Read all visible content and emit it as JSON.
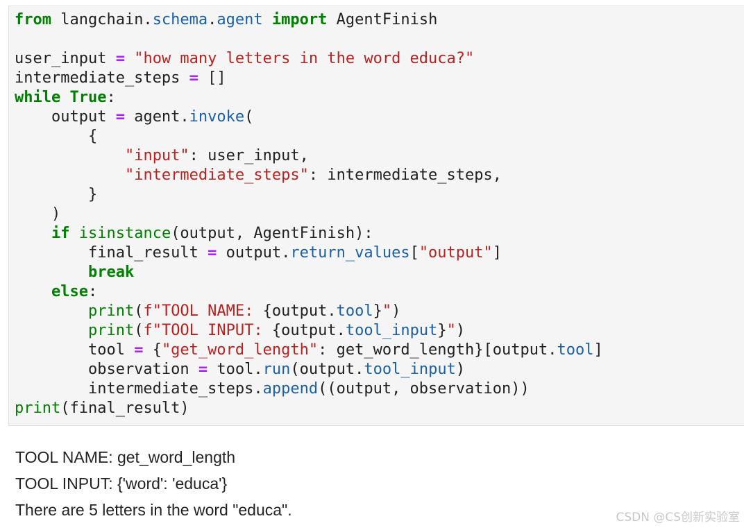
{
  "code_lines": [
    [
      {
        "t": "from",
        "c": "kw"
      },
      {
        "t": " langchain."
      },
      {
        "t": "schema",
        "c": "attr"
      },
      {
        "t": "."
      },
      {
        "t": "agent",
        "c": "attr"
      },
      {
        "t": " "
      },
      {
        "t": "import",
        "c": "kw"
      },
      {
        "t": " AgentFinish"
      }
    ],
    [],
    [
      {
        "t": "user_input "
      },
      {
        "t": "=",
        "c": "op"
      },
      {
        "t": " "
      },
      {
        "t": "\"how many letters in the word educa?\"",
        "c": "str"
      }
    ],
    [
      {
        "t": "intermediate_steps "
      },
      {
        "t": "=",
        "c": "op"
      },
      {
        "t": " []"
      }
    ],
    [
      {
        "t": "while",
        "c": "kw"
      },
      {
        "t": " "
      },
      {
        "t": "True",
        "c": "kw"
      },
      {
        "t": ":"
      }
    ],
    [
      {
        "t": "    output "
      },
      {
        "t": "=",
        "c": "op"
      },
      {
        "t": " agent."
      },
      {
        "t": "invoke",
        "c": "fn"
      },
      {
        "t": "("
      }
    ],
    [
      {
        "t": "        {"
      }
    ],
    [
      {
        "t": "            "
      },
      {
        "t": "\"input\"",
        "c": "str"
      },
      {
        "t": ": user_input,"
      }
    ],
    [
      {
        "t": "            "
      },
      {
        "t": "\"intermediate_steps\"",
        "c": "str"
      },
      {
        "t": ": intermediate_steps,"
      }
    ],
    [
      {
        "t": "        }"
      }
    ],
    [
      {
        "t": "    )"
      }
    ],
    [
      {
        "t": "    "
      },
      {
        "t": "if",
        "c": "kw"
      },
      {
        "t": " "
      },
      {
        "t": "isinstance",
        "c": "bi"
      },
      {
        "t": "(output, AgentFinish):"
      }
    ],
    [
      {
        "t": "        final_result "
      },
      {
        "t": "=",
        "c": "op"
      },
      {
        "t": " output."
      },
      {
        "t": "return_values",
        "c": "attr"
      },
      {
        "t": "["
      },
      {
        "t": "\"output\"",
        "c": "str"
      },
      {
        "t": "]"
      }
    ],
    [
      {
        "t": "        "
      },
      {
        "t": "break",
        "c": "kw"
      }
    ],
    [
      {
        "t": "    "
      },
      {
        "t": "else",
        "c": "kw"
      },
      {
        "t": ":"
      }
    ],
    [
      {
        "t": "        "
      },
      {
        "t": "print",
        "c": "bi"
      },
      {
        "t": "("
      },
      {
        "t": "f\"TOOL NAME: ",
        "c": "str"
      },
      {
        "t": "{output."
      },
      {
        "t": "tool",
        "c": "attr"
      },
      {
        "t": "}"
      },
      {
        "t": "\"",
        "c": "str"
      },
      {
        "t": ")"
      }
    ],
    [
      {
        "t": "        "
      },
      {
        "t": "print",
        "c": "bi"
      },
      {
        "t": "("
      },
      {
        "t": "f\"TOOL INPUT: ",
        "c": "str"
      },
      {
        "t": "{output."
      },
      {
        "t": "tool_input",
        "c": "attr"
      },
      {
        "t": "}"
      },
      {
        "t": "\"",
        "c": "str"
      },
      {
        "t": ")"
      }
    ],
    [
      {
        "t": "        tool "
      },
      {
        "t": "=",
        "c": "op"
      },
      {
        "t": " {"
      },
      {
        "t": "\"get_word_length\"",
        "c": "str"
      },
      {
        "t": ": get_word_length}[output."
      },
      {
        "t": "tool",
        "c": "attr"
      },
      {
        "t": "]"
      }
    ],
    [
      {
        "t": "        observation "
      },
      {
        "t": "=",
        "c": "op"
      },
      {
        "t": " tool."
      },
      {
        "t": "run",
        "c": "fn"
      },
      {
        "t": "(output."
      },
      {
        "t": "tool_input",
        "c": "attr"
      },
      {
        "t": ")"
      }
    ],
    [
      {
        "t": "        intermediate_steps."
      },
      {
        "t": "append",
        "c": "fn"
      },
      {
        "t": "((output, observation))"
      }
    ],
    [
      {
        "t": "print",
        "c": "bi"
      },
      {
        "t": "(final_result)"
      }
    ]
  ],
  "output_lines": [
    "TOOL NAME: get_word_length",
    "TOOL INPUT: {'word': 'educa'}",
    "There are 5 letters in the word \"educa\"."
  ],
  "watermark": "CSDN @CS创新实验室"
}
